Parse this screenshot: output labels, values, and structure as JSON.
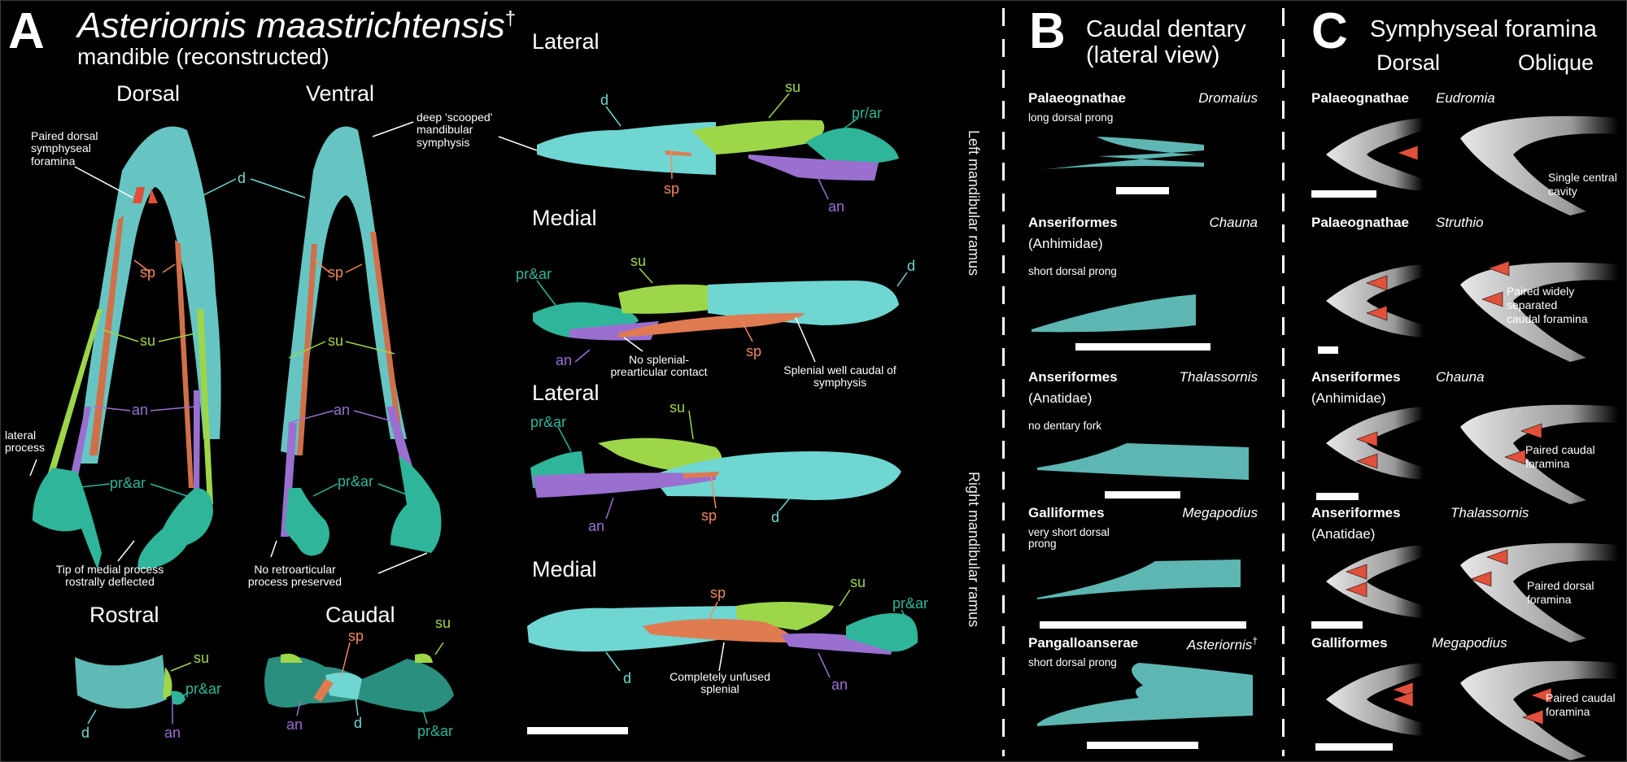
{
  "panel_a": {
    "letter": "A",
    "title": "Asteriornis maastrichtensis",
    "dagger": "†",
    "subtitle": "mandible (reconstructed)",
    "views": {
      "dorsal": "Dorsal",
      "ventral": "Ventral",
      "rostral": "Rostral",
      "caudal": "Caudal",
      "lateral_left": "Lateral",
      "medial_left": "Medial",
      "lateral_right": "Lateral",
      "medial_right": "Medial"
    },
    "side_labels": {
      "left": "Left mandibular ramus",
      "right": "Right mandibular ramus"
    },
    "bone_labels": {
      "d": "d",
      "sp": "sp",
      "su": "su",
      "an": "an",
      "prar": "pr&ar",
      "pr_slash_ar": "pr/ar"
    },
    "annotations": {
      "paired_foramina": "Paired dorsal symphyseal foramina",
      "scooped": "deep 'scooped' mandibular symphysis",
      "lateral_process": "lateral process",
      "tip_medial": "Tip of medial process rostrally deflected",
      "no_retro": "No retroarticular process preserved",
      "no_contact": "No splenial-prearticular contact",
      "splenial_well": "Splenial well caudal of symphysis",
      "unfused": "Completely unfused splenial"
    },
    "bone_colors": {
      "dentary": "#6fd6d2",
      "surangular": "#9ed64a",
      "splenial": "#e07a50",
      "angular": "#9a6fd0",
      "prearticular_articular": "#2fb59a"
    }
  },
  "panel_b": {
    "letter": "B",
    "title": "Caudal dentary",
    "subtitle": "(lateral view)",
    "entries": [
      {
        "taxon": "Palaeognathae",
        "family": "",
        "genus": "Dromaius",
        "dagger": "",
        "desc": "long dorsal prong"
      },
      {
        "taxon": "Anseriformes",
        "family": "(Anhimidae)",
        "genus": "Chauna",
        "dagger": "",
        "desc": "short dorsal prong"
      },
      {
        "taxon": "Anseriformes",
        "family": "(Anatidae)",
        "genus": "Thalassornis",
        "dagger": "",
        "desc": "no dentary fork"
      },
      {
        "taxon": "Galliformes",
        "family": "",
        "genus": "Megapodius",
        "dagger": "",
        "desc": "very short dorsal prong"
      },
      {
        "taxon": "Pangalloanserae",
        "family": "",
        "genus": "Asteriornis",
        "dagger": "†",
        "desc": "short dorsal prong"
      }
    ]
  },
  "panel_c": {
    "letter": "C",
    "title": "Symphyseal foramina",
    "col_dorsal": "Dorsal",
    "col_oblique": "Oblique",
    "entries": [
      {
        "taxon": "Palaeognathae",
        "family": "",
        "genus": "Eudromia",
        "note": "Single central cavity"
      },
      {
        "taxon": "Palaeognathae",
        "family": "",
        "genus": "Struthio",
        "note": "Paired widely separated caudal foramina"
      },
      {
        "taxon": "Anseriformes",
        "family": "(Anhimidae)",
        "genus": "Chauna",
        "note": "Paired caudal foramina"
      },
      {
        "taxon": "Anseriformes",
        "family": "(Anatidae)",
        "genus": "Thalassornis",
        "note": "Paired dorsal foramina"
      },
      {
        "taxon": "Galliformes",
        "family": "",
        "genus": "Megapodius",
        "note": "Paired caudal foramina"
      }
    ],
    "arrow_color": "#e0503a"
  }
}
